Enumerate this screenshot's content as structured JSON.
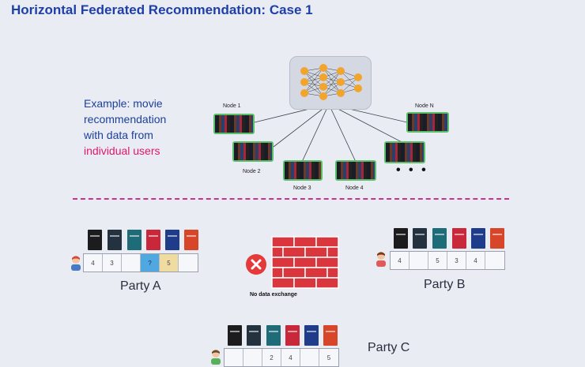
{
  "title": "Horizontal Federated Recommendation: Case 1",
  "example": {
    "line1": "Example: movie",
    "line2": "recommendation",
    "line3": "with data from",
    "line4": "individual users"
  },
  "nodes": {
    "node1": "Node 1",
    "node2": "Node 2",
    "node3": "Node 3",
    "node4": "Node 4",
    "nodeN": "Node N",
    "ellipsis": "• • •"
  },
  "center": {
    "no_exchange": "No data exchange"
  },
  "parties": {
    "a": {
      "label": "Party A",
      "ratings": [
        "4",
        "3",
        "",
        "?",
        "5",
        ""
      ]
    },
    "b": {
      "label": "Party B",
      "ratings": [
        "4",
        "",
        "5",
        "3",
        "4",
        ""
      ]
    },
    "c": {
      "label": "Party C",
      "ratings": [
        "",
        "",
        "2",
        "4",
        "",
        "5"
      ]
    }
  },
  "colors": {
    "title": "#1f3fa8",
    "highlight": "#e0186a",
    "divider": "#c9328d",
    "node_frame": "#5cbf6a",
    "brick": "#d9363e",
    "prohibit": "#e43a3a",
    "query_cell": "#4fa8e0",
    "rated_cell": "#f0dca0"
  },
  "book_colors": [
    "#1c1c1e",
    "#24313f",
    "#1e6c78",
    "#c8283a",
    "#1f3c8a",
    "#d8462a"
  ]
}
